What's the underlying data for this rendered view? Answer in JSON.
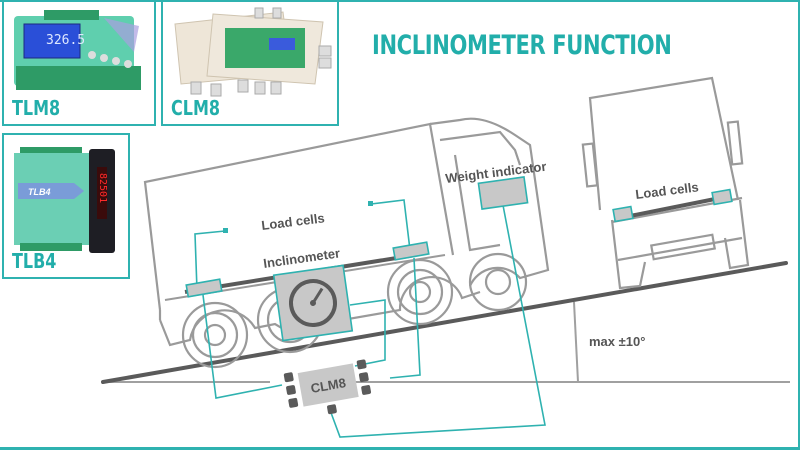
{
  "title": "INCLINOMETER FUNCTION",
  "products": [
    {
      "label": "TLM8",
      "display": "326.5"
    },
    {
      "label": "CLM8"
    },
    {
      "label": "TLB4",
      "display": "82501"
    }
  ],
  "diagram": {
    "load_cells_side": "Load cells",
    "inclinometer": "Inclinometer",
    "weight_indicator": "Weight indicator",
    "load_cells_rear": "Load cells",
    "junction_box": "CLM8",
    "max_angle": "max ±10°"
  },
  "colors": {
    "accent": "#2fb2b0",
    "outline": "#9a9a9a",
    "dark": "#5a5a5a",
    "fill": "#c8c8c8"
  }
}
